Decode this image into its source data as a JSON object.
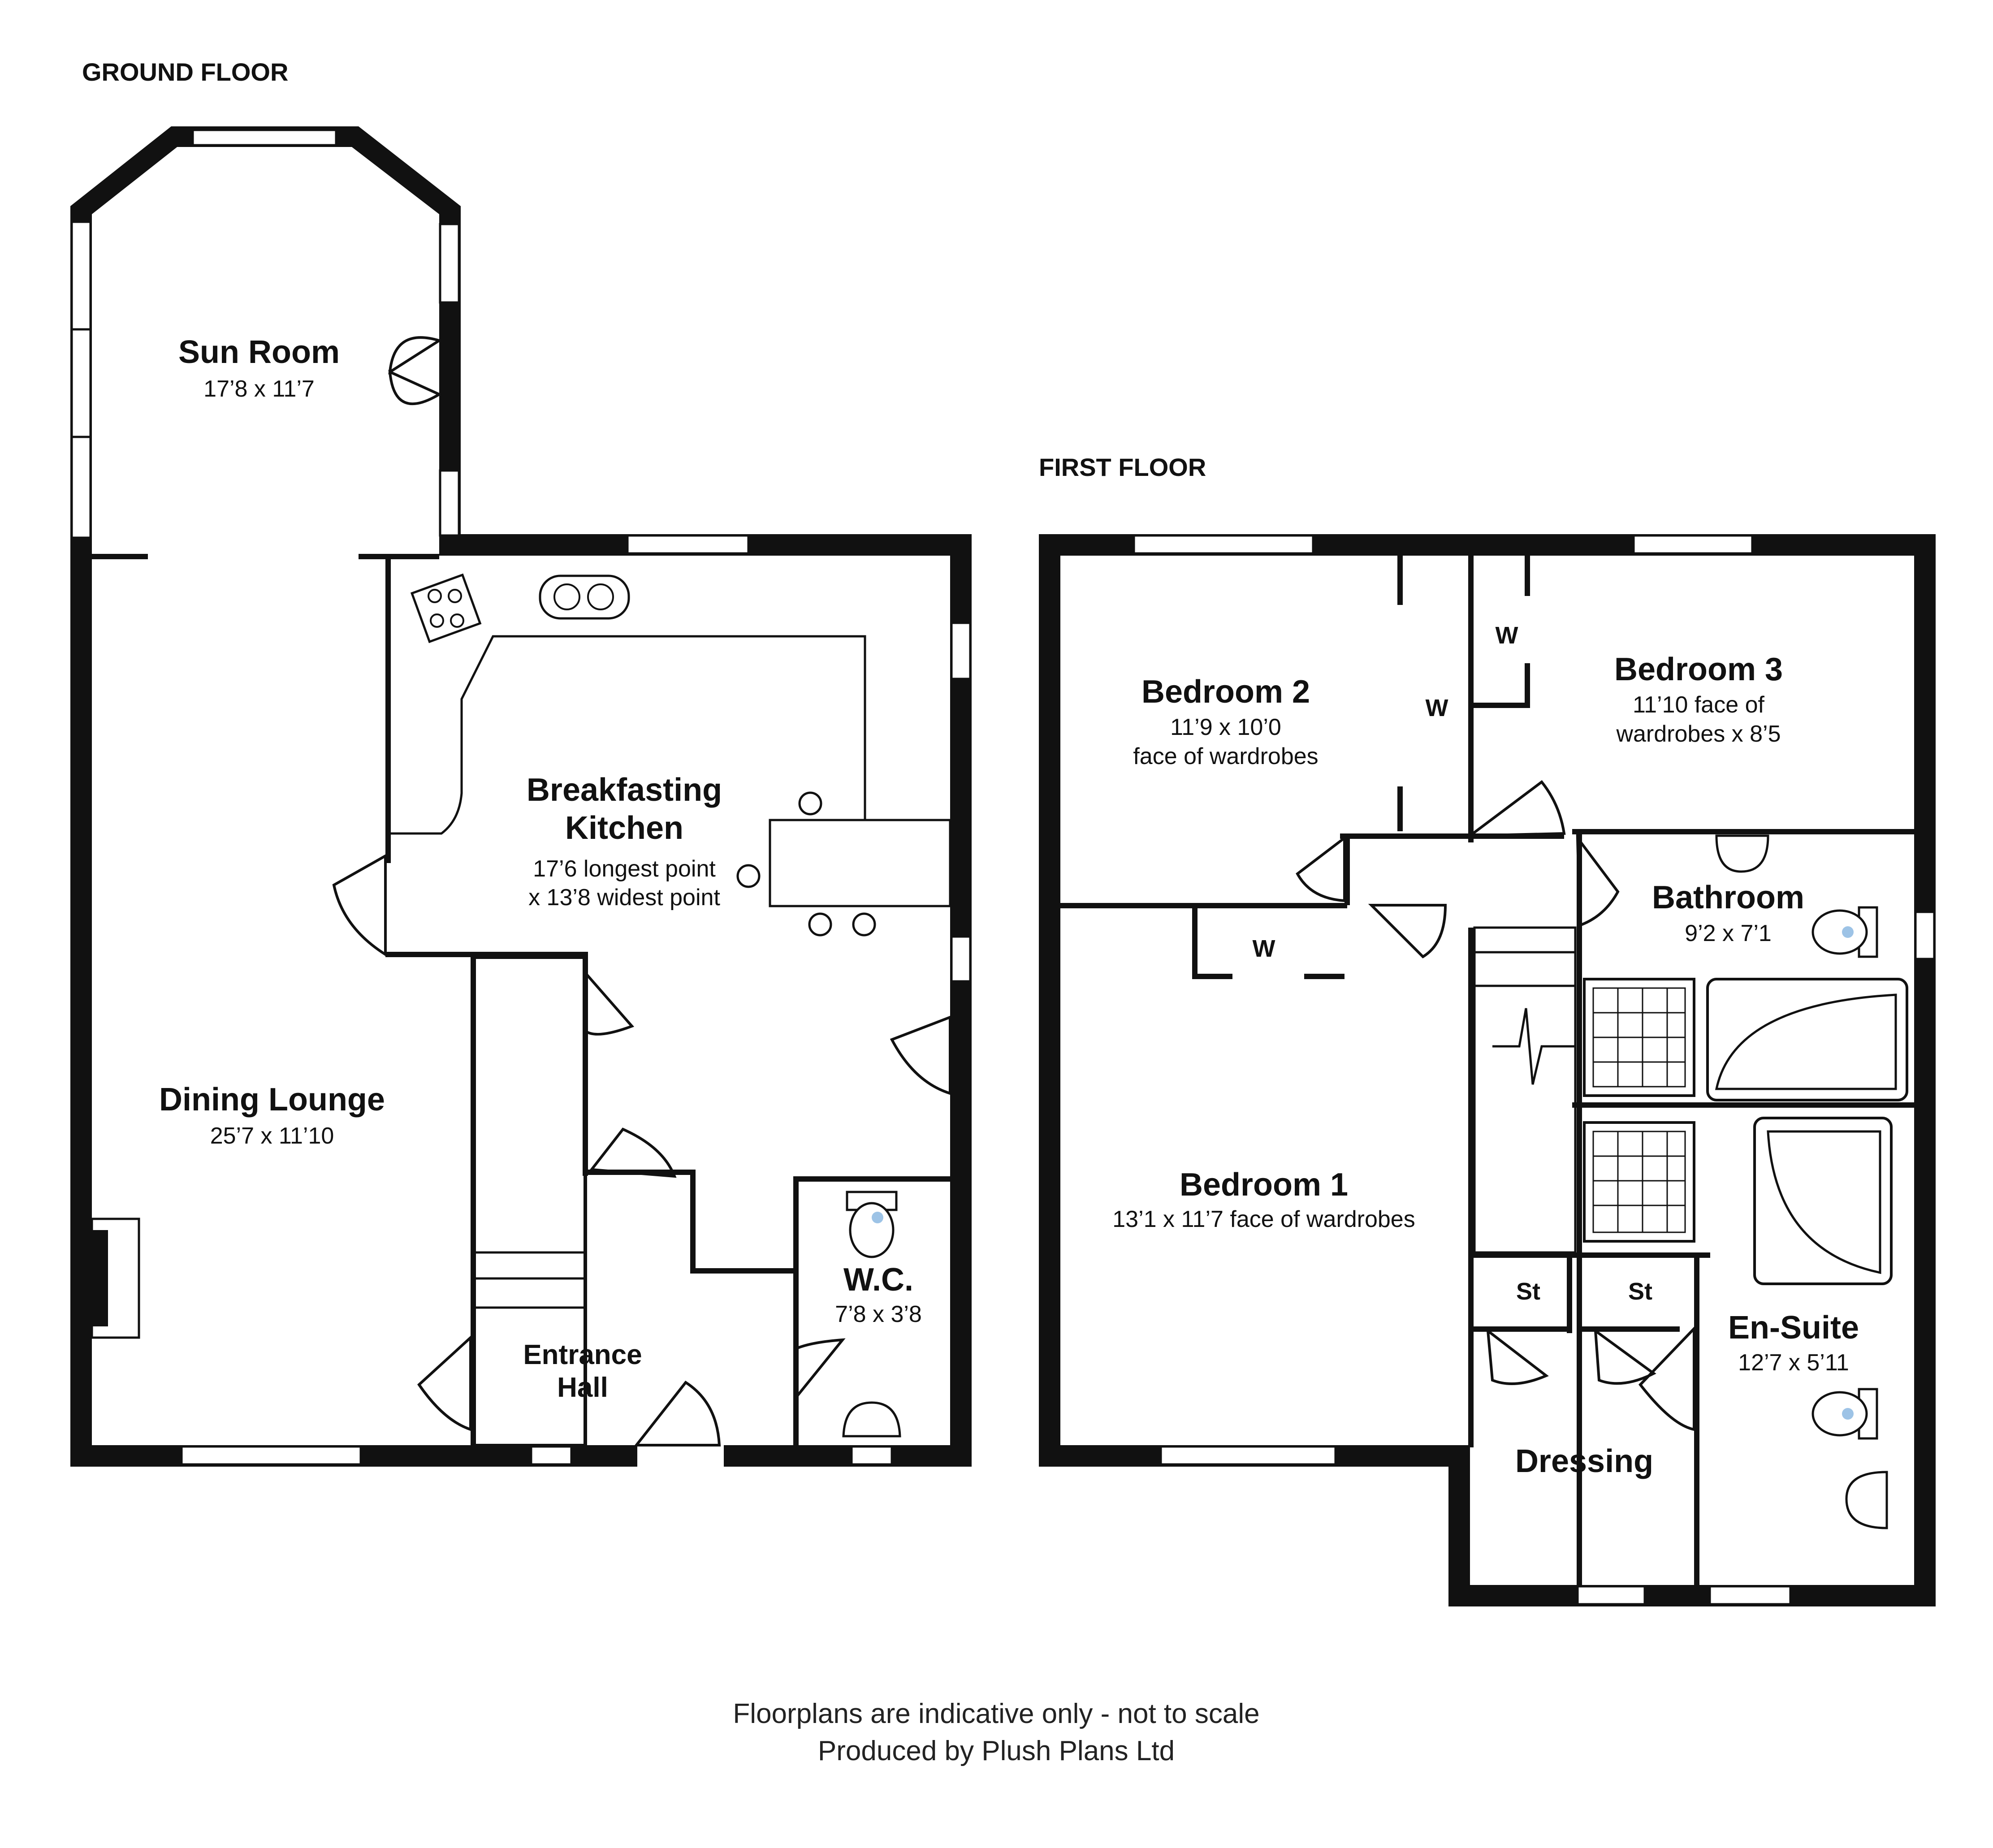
{
  "floors": {
    "ground": {
      "label": "GROUND FLOOR",
      "rooms": {
        "sun_room": {
          "name": "Sun Room",
          "dims": "17’8 x 11’7"
        },
        "kitchen": {
          "name_1": "Breakfasting",
          "name_2": "Kitchen",
          "dims_1": "17’6 longest point",
          "dims_2": "x 13’8 widest point"
        },
        "dining": {
          "name": "Dining Lounge",
          "dims": "25’7 x 11’10"
        },
        "hall": {
          "name_1": "Entrance",
          "name_2": "Hall"
        },
        "wc": {
          "name": "W.C.",
          "dims": "7’8 x 3’8"
        }
      }
    },
    "first": {
      "label": "FIRST FLOOR",
      "rooms": {
        "bedroom2": {
          "name": "Bedroom 2",
          "dims_1": "11’9 x 10’0",
          "dims_2": "face of wardrobes"
        },
        "bedroom3": {
          "name": "Bedroom 3",
          "dims_1": "11’10 face of",
          "dims_2": "wardrobes x 8’5"
        },
        "bathroom": {
          "name": "Bathroom",
          "dims": "9’2 x 7’1"
        },
        "bedroom1": {
          "name": "Bedroom 1",
          "dims": "13’1 x 11’7 face of wardrobes"
        },
        "ensuite": {
          "name": "En-Suite",
          "dims": "12’7 x 5’11"
        },
        "dressing": {
          "name": "Dressing"
        }
      },
      "markers": {
        "wardrobe": "W",
        "storage": "St"
      }
    }
  },
  "footer": {
    "disclaimer": "Floorplans are indicative only - not to scale",
    "credit": "Produced by Plush Plans Ltd"
  }
}
